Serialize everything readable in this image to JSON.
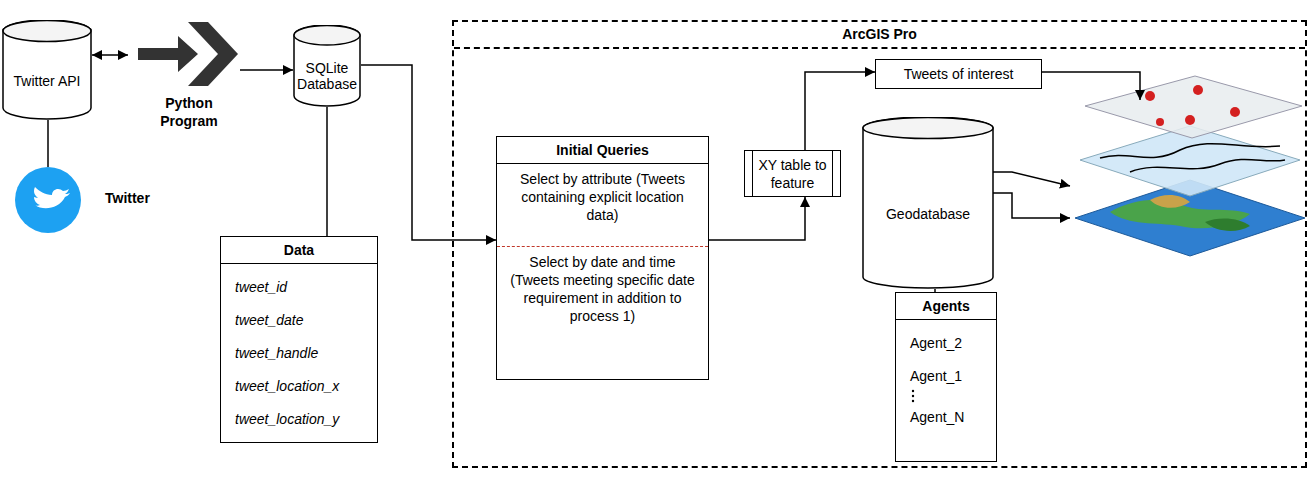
{
  "diagram": {
    "nodes": [
      {
        "text": [
          "Twitter API"
        ]
      },
      {
        "text": [
          "Twitter"
        ]
      },
      {
        "text": [
          "Python Program"
        ]
      },
      {
        "text": [
          "SQLite Database"
        ]
      },
      {
        "text": [
          "Data",
          "tweet_id",
          "tweet_date",
          "tweet_handle",
          "tweet_location_x",
          "tweet_location_y"
        ]
      },
      {
        "text": [
          "ArcGIS Pro"
        ]
      },
      {
        "text": [
          "Initial Queries",
          "Select by attribute (Tweets containing explicit location data)",
          "Select by date and time (Tweets meeting specific date requirement in addition to process 1)"
        ],
        "in": 5
      },
      {
        "text": [
          "XY table to feature"
        ],
        "in": 5
      },
      {
        "text": [
          "Tweets of interest"
        ],
        "in": 5
      },
      {
        "text": [
          "Geodatabase"
        ],
        "in": 5
      },
      {
        "text": [
          "Agents",
          "Agent_2",
          "Agent_1",
          "Agent_N"
        ],
        "in": 5
      }
    ],
    "edges": [
      {
        "from": 0,
        "to": 2,
        "arrow": "both"
      },
      {
        "from": 0,
        "to": 1,
        "arrow": "none"
      },
      {
        "from": 2,
        "to": 3,
        "arrow": "to"
      },
      {
        "from": 3,
        "to": 4,
        "arrow": "none"
      },
      {
        "from": 3,
        "to": 6,
        "arrow": "to"
      },
      {
        "from": 6,
        "to": 7,
        "arrow": "to"
      },
      {
        "from": 7,
        "to": 8,
        "arrow": "to"
      },
      {
        "from": 9,
        "to": 10,
        "arrow": "none"
      }
    ]
  }
}
